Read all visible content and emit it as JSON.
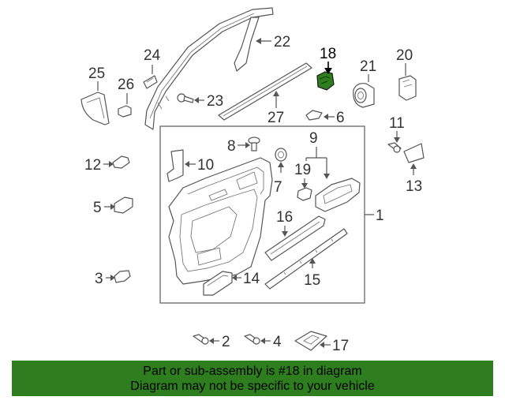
{
  "diagram": {
    "callouts": [
      "1",
      "2",
      "3",
      "4",
      "5",
      "6",
      "7",
      "8",
      "9",
      "10",
      "11",
      "12",
      "13",
      "14",
      "15",
      "16",
      "17",
      "18",
      "19",
      "20",
      "21",
      "22",
      "23",
      "24",
      "25",
      "26",
      "27"
    ],
    "highlighted_part": "18",
    "colors": {
      "highlight": "#2e7d1e",
      "line": "#555555"
    }
  },
  "banner": {
    "line1": "Part or sub-assembly is #18 in diagram",
    "line2": "Diagram may not be specific to your vehicle"
  }
}
